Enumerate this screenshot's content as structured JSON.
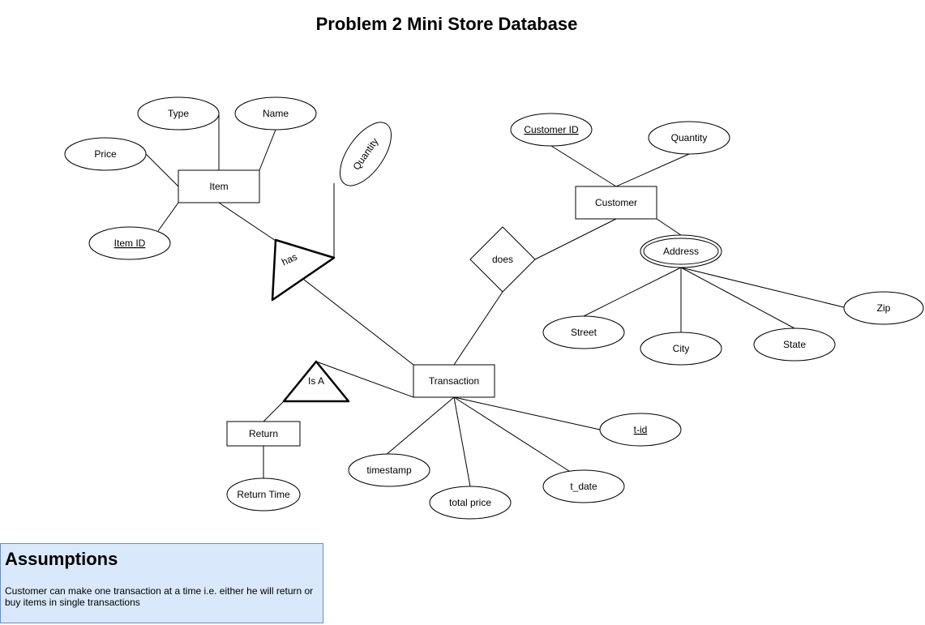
{
  "title": "Problem 2 Mini Store Database",
  "entities": {
    "item": "Item",
    "customer": "Customer",
    "transaction": "Transaction",
    "return": "Return"
  },
  "relationships": {
    "has": "has",
    "does": "does",
    "is_a": "Is A"
  },
  "attributes": {
    "type": "Type",
    "name": "Name",
    "price": "Price",
    "item_id": "Item ID",
    "has_quantity": "Quantity",
    "customer_id": "Customer ID",
    "customer_quantity": "Quantity",
    "address": "Address",
    "street": "Street",
    "city": "City",
    "state": "State",
    "zip": "Zip",
    "t_id": "t-id",
    "timestamp": "timestamp",
    "total_price": "total price",
    "t_date": "t_date",
    "return_time": "Return Time"
  },
  "assumptions": {
    "heading": "Assumptions",
    "text": "Customer can make one transaction at a time i.e. either he will return or buy items in single transactions"
  }
}
